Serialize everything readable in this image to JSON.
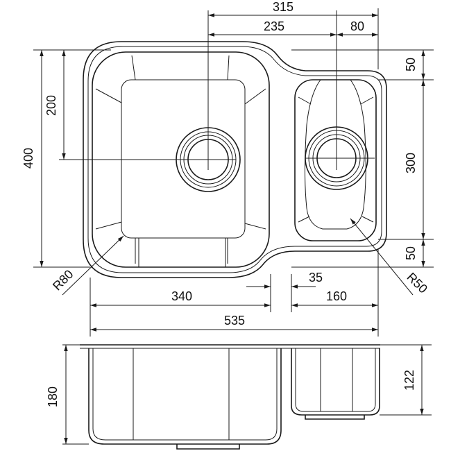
{
  "dimensions": {
    "overall_offset": "315",
    "center_distance": "235",
    "right_bowl_offset": "80",
    "top_step": "50",
    "left_drain_height": "200",
    "overall_height": "400",
    "right_bowl_height": "300",
    "bottom_step": "50",
    "left_radius": "R80",
    "right_radius": "R50",
    "left_bowl_width": "340",
    "divider_width": "35",
    "right_bowl_width": "160",
    "overall_width": "535",
    "left_depth": "180",
    "right_depth": "122"
  },
  "colors": {
    "line": "#1a1a1a",
    "background": "#ffffff"
  }
}
